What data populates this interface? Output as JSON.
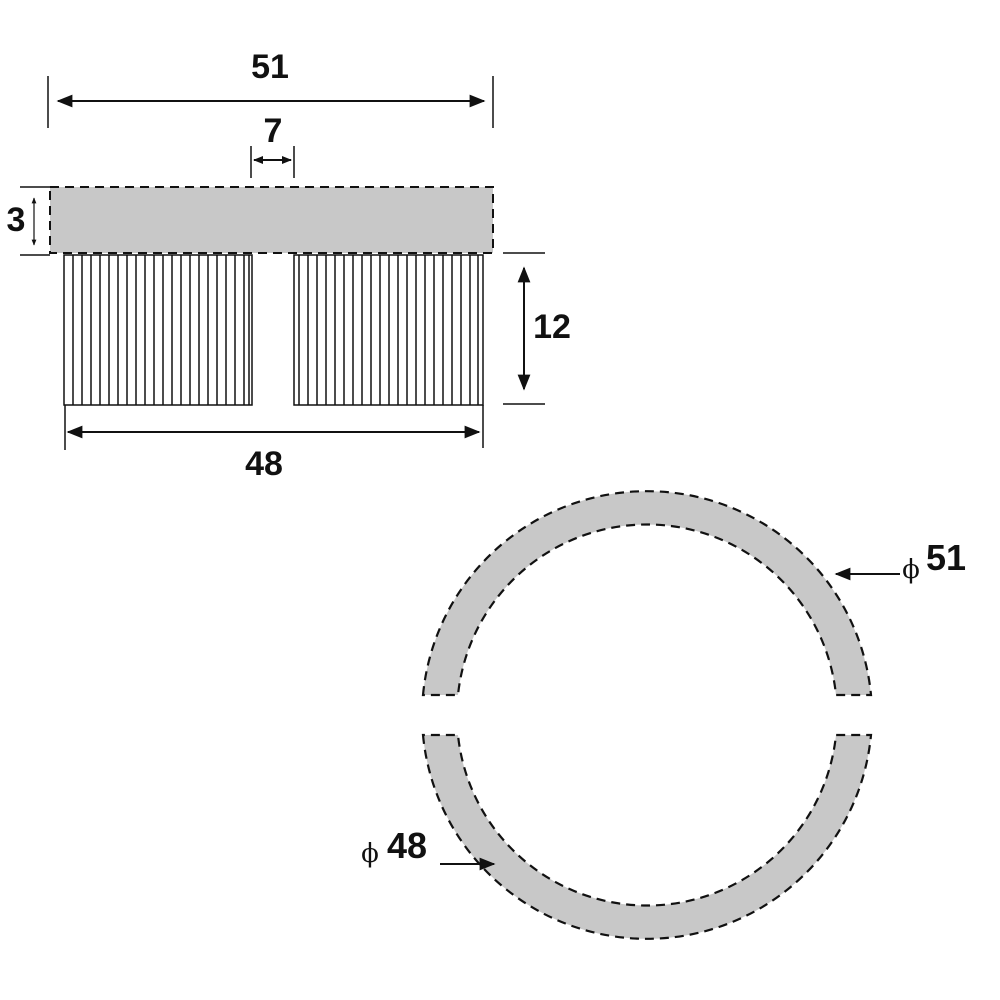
{
  "side_view": {
    "overall_width_label": "51",
    "gap_width_label": "7",
    "base_thickness_label": "3",
    "bristle_height_label": "12",
    "bristle_width_label": "48"
  },
  "ring_view": {
    "outer_diameter_label": "51",
    "inner_diameter_label": "48",
    "diameter_symbol": "ϕ"
  },
  "colors": {
    "fill": "#c8c8c8",
    "line": "#111111",
    "background": "#ffffff"
  }
}
